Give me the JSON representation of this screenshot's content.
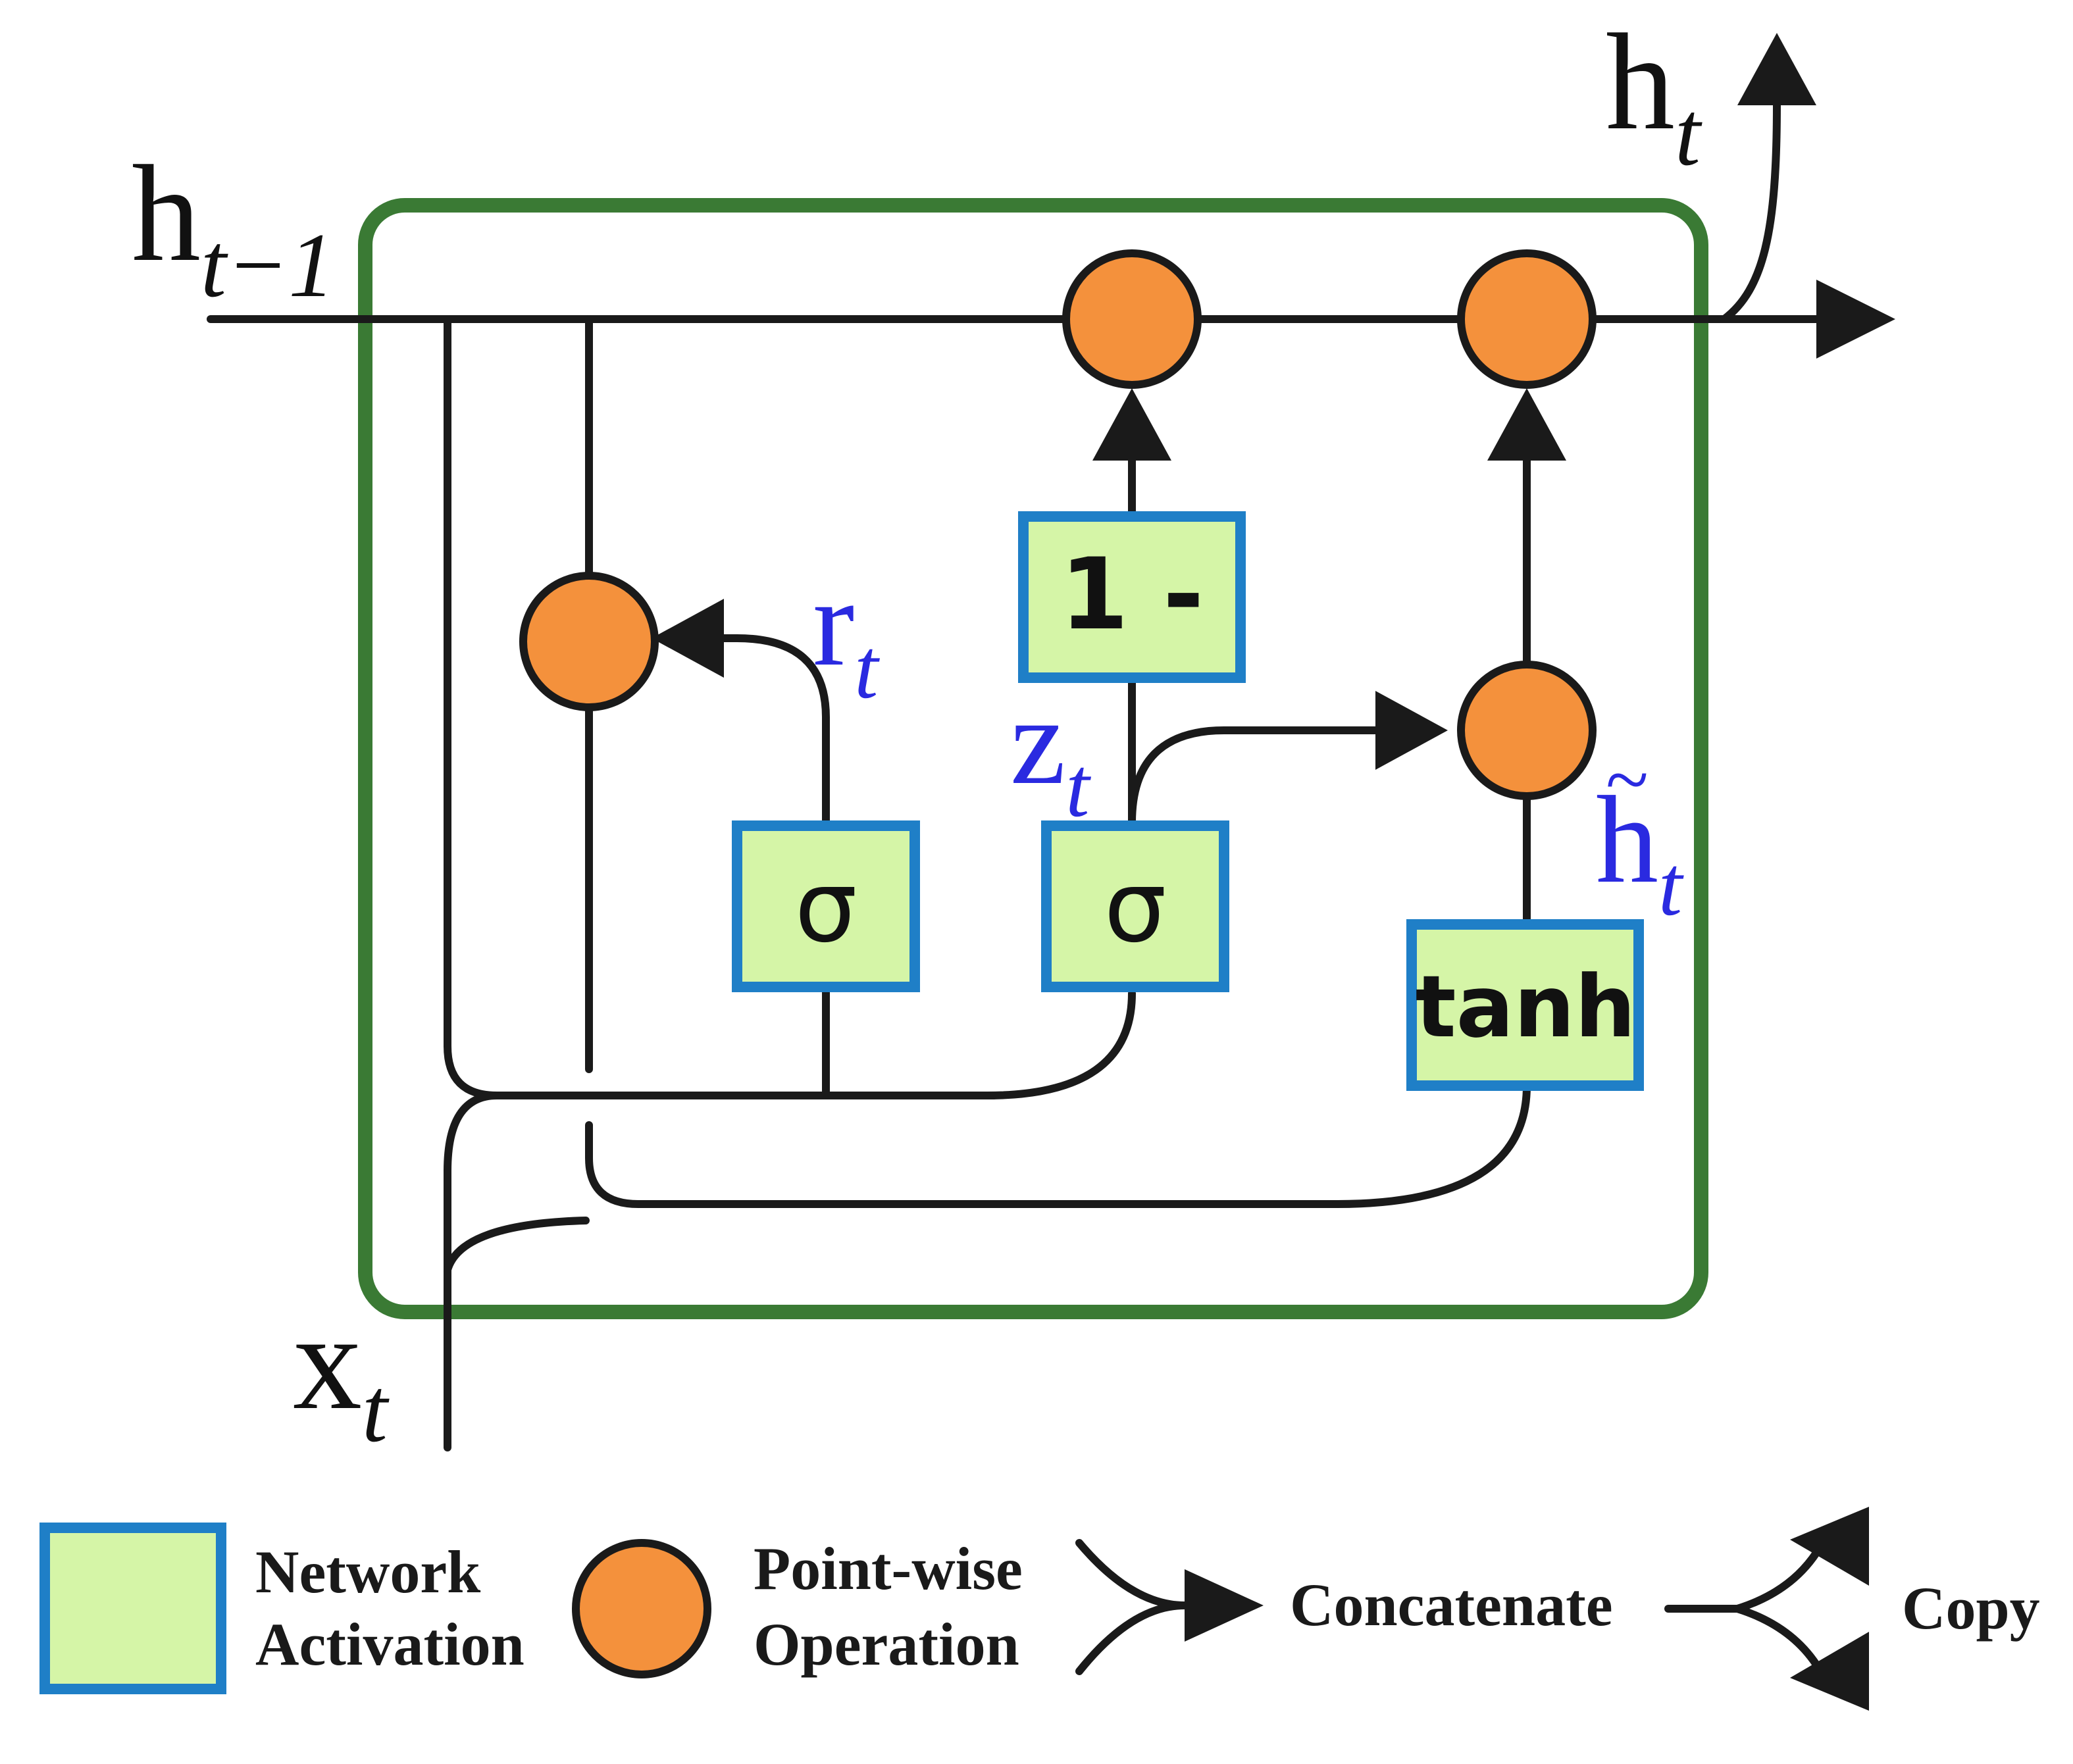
{
  "diagram": {
    "inputs": {
      "h_prev": {
        "base": "h",
        "sub": "t−1"
      },
      "x_t": {
        "base": "x",
        "sub": "t"
      }
    },
    "outputs": {
      "h_t": {
        "base": "h",
        "sub": "t"
      }
    },
    "gate_labels": {
      "r_t": {
        "base": "r",
        "sub": "t"
      },
      "z_t": {
        "base": "z",
        "sub": "t"
      },
      "h_tilde": {
        "tilde": "~",
        "base": "h",
        "sub": "t"
      }
    },
    "boxes": {
      "sigma_reset": "σ",
      "sigma_update": "σ",
      "one_minus": "1 -",
      "tanh": "tanh"
    },
    "colors": {
      "cell_border": "#3a7a34",
      "box_fill": "#d5f5a7",
      "box_border": "#1f7fc7",
      "circle_fill": "#f4913c",
      "variable_blue": "#2a2ae0",
      "wire": "#1a1a1a"
    }
  },
  "legend": {
    "network_activation": [
      "Network",
      "Activation"
    ],
    "pointwise_operation": [
      "Point-wise",
      "Operation"
    ],
    "concatenate": "Concatenate",
    "copy": "Copy"
  }
}
